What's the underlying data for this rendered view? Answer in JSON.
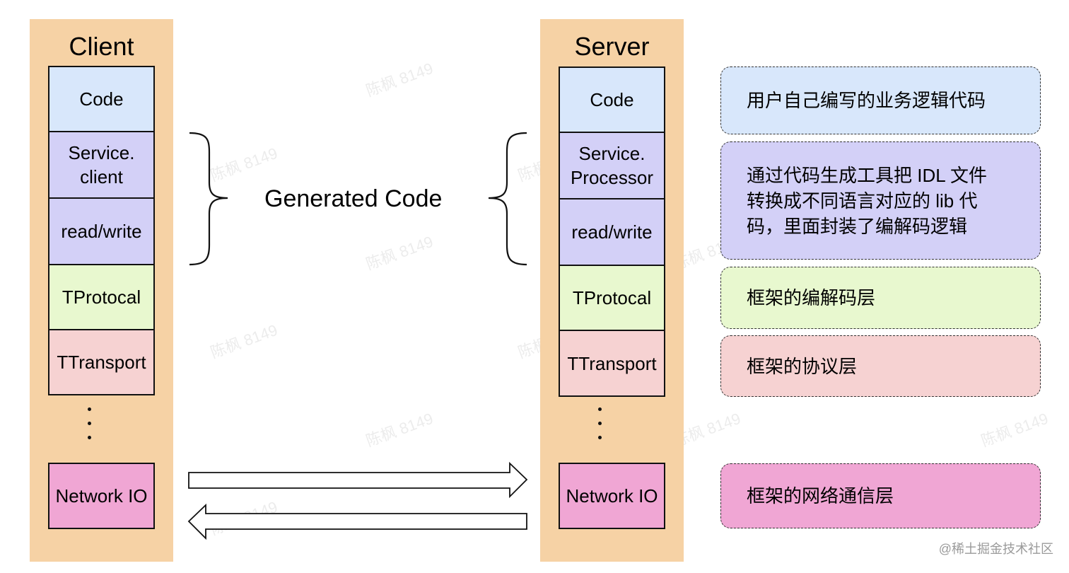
{
  "client": {
    "title": "Client",
    "layers": {
      "code": "Code",
      "service": "Service.\nclient",
      "rw": "read/write",
      "protocol": "TProtocal",
      "transport": "TTransport",
      "network": "Network IO"
    }
  },
  "server": {
    "title": "Server",
    "layers": {
      "code": "Code",
      "service": "Service.\nProcessor",
      "rw": "read/write",
      "protocol": "TProtocal",
      "transport": "TTransport",
      "network": "Network IO"
    }
  },
  "generated_code_label": "Generated Code",
  "notes": {
    "code": "用户自己编写的业务逻辑代码",
    "generated": "通过代码生成工具把 IDL 文件\n转换成不同语言对应的 lib 代\n码，里面封装了编解码逻辑",
    "protocol": "框架的编解码层",
    "transport": "框架的协议层",
    "network": "框架的网络通信层"
  },
  "watermark_text": "陈枫 8149",
  "credit": "@稀土掘金技术社区",
  "colors": {
    "column_bg": "#f6d2a5",
    "code": "#d8e7fb",
    "generated": "#d3d0f7",
    "protocol": "#e8f8cf",
    "transport": "#f6d2d2",
    "network": "#f0a6d4"
  }
}
